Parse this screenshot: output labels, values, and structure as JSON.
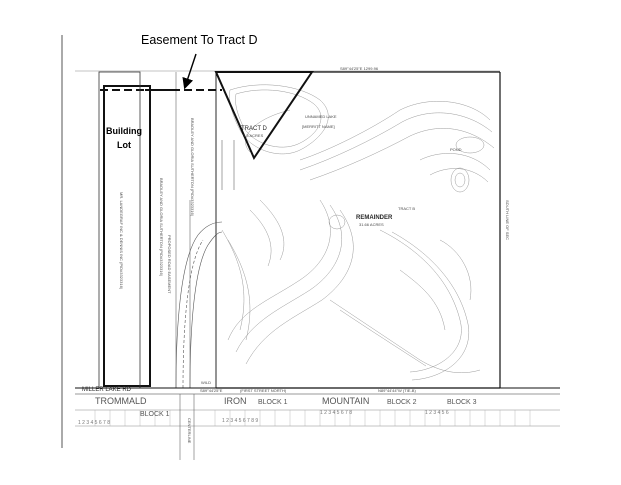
{
  "annotation": {
    "easement_label": "Easement To Tract D",
    "building_lot_label_line1": "Building",
    "building_lot_label_line2": "Lot"
  },
  "survey": {
    "tract_d_name": "TRACT D",
    "tract_d_area": "2.5 ACRES",
    "remainder_label": "REMAINDER",
    "remainder_area": "31.66 ACRES",
    "tract_b_label": "TRACT B",
    "unnamed_lake": "UNNAMED LAKE",
    "merrit_name": "[MERRITT NAME]",
    "pond_label": "POND",
    "bearing_top": "S89°44'25\"E  1299.96",
    "bearing_bottom": "N89°44'44\"W  (TIE-B)",
    "bearing_bottom_left": "S89°44'25\"E",
    "first_street": "(FIRST STREET NORTH)",
    "miller_lake_rd": "MILLER LAKE RD",
    "centerline_label": "CENTERLINE",
    "wild": "WILD",
    "left_parcel_top": "BRADLEY AND GLORIA SUTHERTON (PID#3323316)",
    "left_parcel_mid": "BRADLEY AND GLORIA SUTHERTON (PID#3323316)",
    "left_parcel_lower": "MR. LANDEGRAF INC & DENNIS INC (PID#3323316)",
    "proposed_road": "PROPOSED ROAD EASEMENT",
    "right_margin_note": "SOUTH LINE OF SEC",
    "subdivisions": [
      {
        "name": "TROMMALD",
        "block": "BLOCK 1",
        "lots": "1  2  3  4  5  6  7  8"
      },
      {
        "name": "IRON",
        "block": "BLOCK 1",
        "lots": "1  2  3  4  5  6  7  8  9"
      },
      {
        "name": "MOUNTAIN",
        "block": "BLOCK 2",
        "lots": "1  2  3  4  5  6  7  8"
      },
      {
        "name": "",
        "block": "BLOCK 3",
        "lots": "1  2  3  4  5  6"
      }
    ]
  },
  "colors": {
    "boundary": "#111111",
    "contour": "#9a9a9a",
    "annotation_text": "#000000",
    "arrow": "#000000"
  }
}
